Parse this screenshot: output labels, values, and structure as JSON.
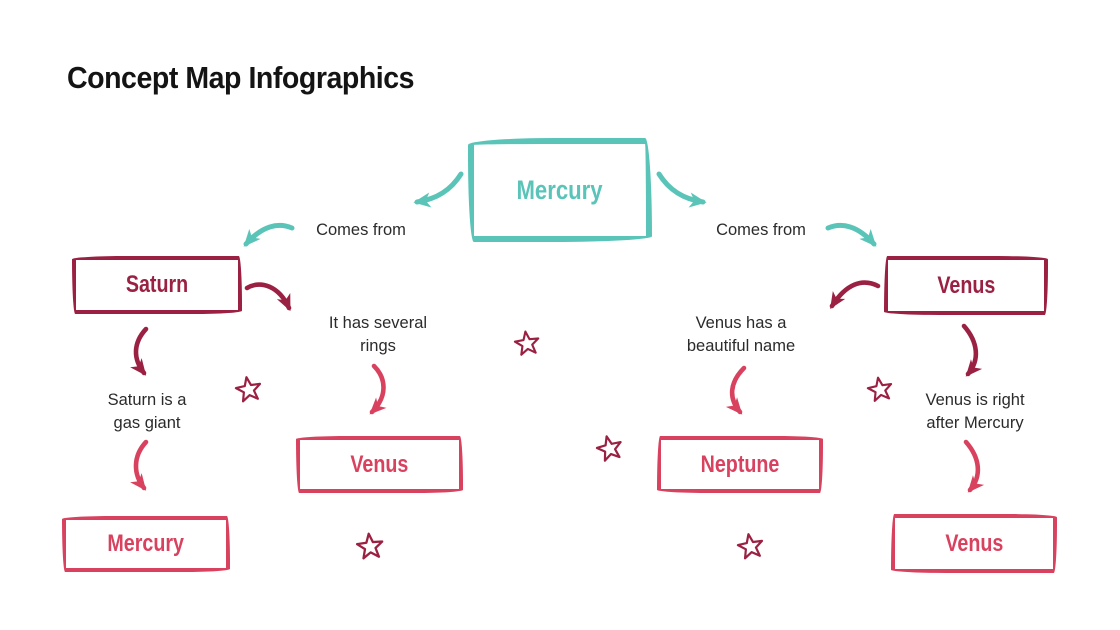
{
  "slide": {
    "title": "Concept Map Infographics"
  },
  "colors": {
    "teal": "#5BC4B9",
    "maroon": "#9B2143",
    "pink": "#D8425F",
    "ink": "#2B2B2B",
    "title": "#141414"
  },
  "nodes": {
    "mercury_top": {
      "label": "Mercury"
    },
    "saturn": {
      "label": "Saturn"
    },
    "venus_top": {
      "label": "Venus"
    },
    "venus_mid": {
      "label": "Venus"
    },
    "neptune": {
      "label": "Neptune"
    },
    "mercury_bottom": {
      "label": "Mercury"
    },
    "venus_bottom": {
      "label": "Venus"
    }
  },
  "annotations": {
    "comes_from_left": "Comes from",
    "comes_from_right": "Comes from",
    "rings": "It has several rings",
    "beautiful": "Venus has a beautiful name",
    "gas_giant": "Saturn is a gas giant",
    "after_mercury": "Venus is right after Mercury"
  },
  "icons": {
    "star": "☆",
    "arrow": "curved hand-drawn arrow"
  }
}
